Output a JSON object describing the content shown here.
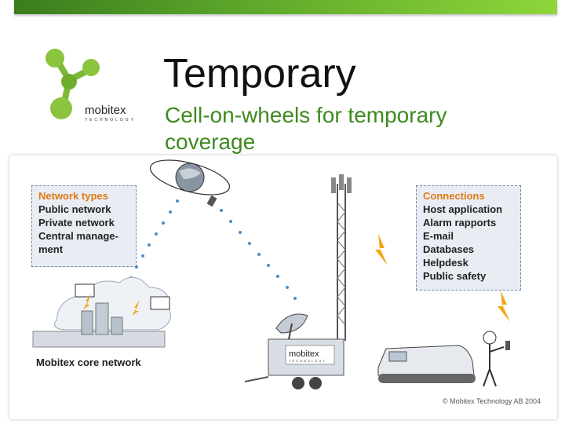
{
  "slide": {
    "title": "Temporary",
    "subtitle_lines": [
      "Cell-on-wheels for temporary",
      "coverage"
    ]
  },
  "logo": {
    "wordmark": "mobitex",
    "tagline": "TECHNOLOGY",
    "colors": {
      "green": "#8bc43f",
      "dark_green": "#3d8a1e"
    }
  },
  "network_types": {
    "heading": "Network types",
    "items": [
      "Public network",
      "Private network",
      "Central manage-",
      "ment"
    ]
  },
  "connections": {
    "heading": "Connections",
    "items": [
      "Host application",
      "Alarm rapports",
      "E-mail",
      "Databases",
      "Helpdesk",
      "Public safety"
    ]
  },
  "core_network_label": "Mobitex core network",
  "trailer_label": {
    "wordmark": "mobitex",
    "tagline": "TECHNOLOGY"
  },
  "copyright": "© Mobitex Technology AB 2004",
  "colors": {
    "accent_bar": "#5aa52a",
    "subtitle": "#3d8a1e",
    "box_heading": "#e07a14",
    "box_border": "#6b8cb4",
    "bolt": "#f2a515",
    "dots": "#4a8fc8"
  }
}
